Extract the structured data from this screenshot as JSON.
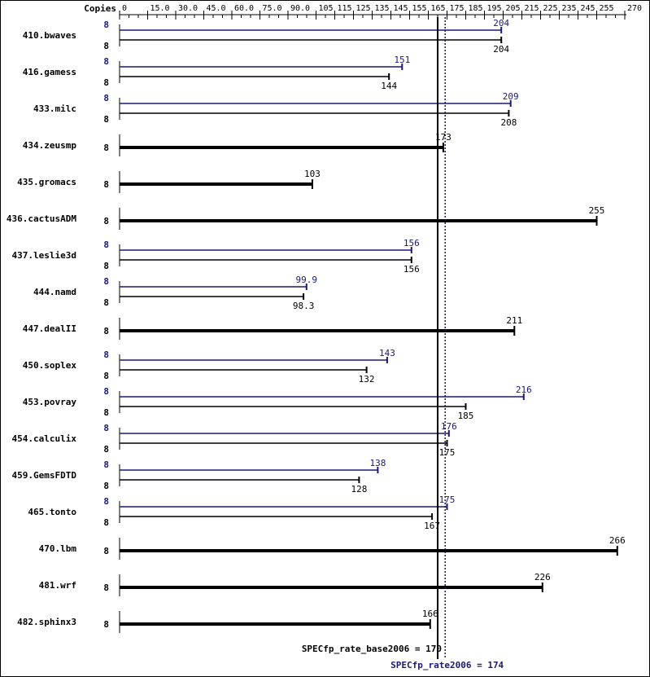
{
  "chart_data": {
    "type": "bar",
    "orientation": "horizontal",
    "copies_label": "Copies",
    "axis": {
      "min": 0,
      "max": 270,
      "ticks": [
        "0",
        "15.0",
        "30.0",
        "45.0",
        "60.0",
        "75.0",
        "90.0",
        "105",
        "115",
        "125",
        "135",
        "145",
        "155",
        "165",
        "175",
        "185",
        "195",
        "205",
        "215",
        "225",
        "235",
        "245",
        "255",
        "270"
      ],
      "tick_values": [
        0,
        15,
        30,
        45,
        60,
        75,
        90,
        105,
        115,
        125,
        135,
        145,
        155,
        165,
        175,
        185,
        195,
        205,
        215,
        225,
        235,
        245,
        255,
        270
      ]
    },
    "colors": {
      "base": "#000000",
      "peak": "#191970"
    },
    "benchmarks": [
      {
        "name": "410.bwaves",
        "peak_copies": "8",
        "base_copies": "8",
        "peak": 204,
        "peak_label": "204",
        "base": 204,
        "base_label": "204"
      },
      {
        "name": "416.gamess",
        "peak_copies": "8",
        "base_copies": "8",
        "peak": 151,
        "peak_label": "151",
        "base": 144,
        "base_label": "144"
      },
      {
        "name": "433.milc",
        "peak_copies": "8",
        "base_copies": "8",
        "peak": 209,
        "peak_label": "209",
        "base": 208,
        "base_label": "208"
      },
      {
        "name": "434.zeusmp",
        "peak_copies": null,
        "base_copies": "8",
        "peak": null,
        "peak_label": null,
        "base": 173,
        "base_label": "173"
      },
      {
        "name": "435.gromacs",
        "peak_copies": null,
        "base_copies": "8",
        "peak": null,
        "peak_label": null,
        "base": 103,
        "base_label": "103"
      },
      {
        "name": "436.cactusADM",
        "peak_copies": null,
        "base_copies": "8",
        "peak": null,
        "peak_label": null,
        "base": 255,
        "base_label": "255"
      },
      {
        "name": "437.leslie3d",
        "peak_copies": "8",
        "base_copies": "8",
        "peak": 156,
        "peak_label": "156",
        "base": 156,
        "base_label": "156"
      },
      {
        "name": "444.namd",
        "peak_copies": "8",
        "base_copies": "8",
        "peak": 99.9,
        "peak_label": "99.9",
        "base": 98.3,
        "base_label": "98.3"
      },
      {
        "name": "447.dealII",
        "peak_copies": null,
        "base_copies": "8",
        "peak": null,
        "peak_label": null,
        "base": 211,
        "base_label": "211"
      },
      {
        "name": "450.soplex",
        "peak_copies": "8",
        "base_copies": "8",
        "peak": 143,
        "peak_label": "143",
        "base": 132,
        "base_label": "132"
      },
      {
        "name": "453.povray",
        "peak_copies": "8",
        "base_copies": "8",
        "peak": 216,
        "peak_label": "216",
        "base": 185,
        "base_label": "185"
      },
      {
        "name": "454.calculix",
        "peak_copies": "8",
        "base_copies": "8",
        "peak": 176,
        "peak_label": "176",
        "base": 175,
        "base_label": "175"
      },
      {
        "name": "459.GemsFDTD",
        "peak_copies": "8",
        "base_copies": "8",
        "peak": 138,
        "peak_label": "138",
        "base": 128,
        "base_label": "128"
      },
      {
        "name": "465.tonto",
        "peak_copies": "8",
        "base_copies": "8",
        "peak": 175,
        "peak_label": "175",
        "base": 167,
        "base_label": "167"
      },
      {
        "name": "470.lbm",
        "peak_copies": null,
        "base_copies": "8",
        "peak": null,
        "peak_label": null,
        "base": 266,
        "base_label": "266"
      },
      {
        "name": "481.wrf",
        "peak_copies": null,
        "base_copies": "8",
        "peak": null,
        "peak_label": null,
        "base": 226,
        "base_label": "226"
      },
      {
        "name": "482.sphinx3",
        "peak_copies": null,
        "base_copies": "8",
        "peak": null,
        "peak_label": null,
        "base": 166,
        "base_label": "166"
      }
    ],
    "summary": {
      "base_value": 170,
      "base_label": "SPECfp_rate_base2006 = 170",
      "peak_value": 174,
      "peak_label": "SPECfp_rate2006 = 174"
    }
  }
}
